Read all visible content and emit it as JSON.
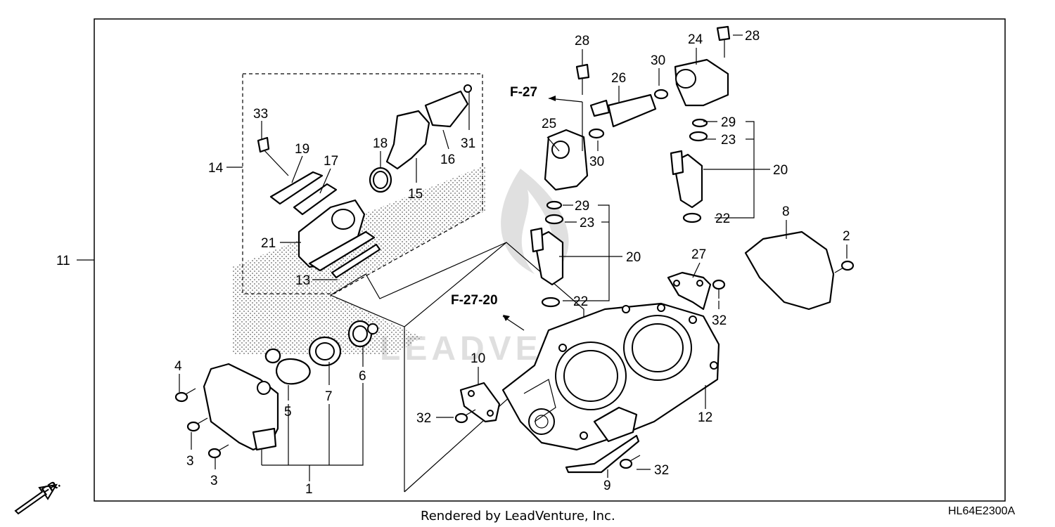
{
  "diagram": {
    "drawing_code": "HL64E2300A",
    "footer_text": "Rendered by LeadVenture, Inc.",
    "watermark": "LEADVENTURE",
    "front_indicator": "FR.",
    "references": {
      "f27": "F-27",
      "f27_20": "F-27-20"
    },
    "callouts": {
      "c1": "1",
      "c2": "2",
      "c3a": "3",
      "c3b": "3",
      "c4": "4",
      "c5": "5",
      "c6": "6",
      "c7": "7",
      "c8": "8",
      "c9": "9",
      "c10": "10",
      "c11": "11",
      "c12": "12",
      "c13": "13",
      "c14": "14",
      "c15": "15",
      "c16": "16",
      "c17": "17",
      "c18": "18",
      "c19": "19",
      "c20a": "20",
      "c20b": "20",
      "c21": "21",
      "c22a": "22",
      "c22b": "22",
      "c23a": "23",
      "c23b": "23",
      "c24": "24",
      "c25": "25",
      "c26": "26",
      "c27": "27",
      "c28a": "28",
      "c28b": "28",
      "c29a": "29",
      "c29b": "29",
      "c30a": "30",
      "c30b": "30",
      "c31": "31",
      "c32a": "32",
      "c32b": "32",
      "c32c": "32",
      "c33": "33"
    }
  }
}
